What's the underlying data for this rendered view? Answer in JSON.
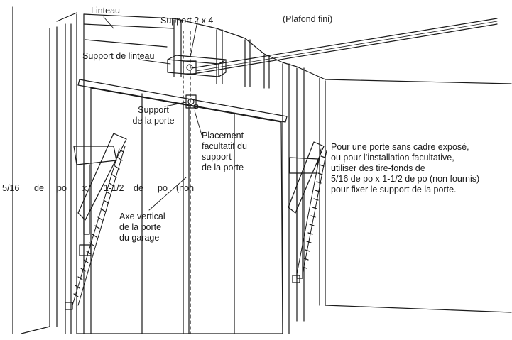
{
  "labels": {
    "linteau": "Linteau",
    "support_2x4": "Support 2 x 4",
    "plafond_fini": "(Plafond fini)",
    "support_de_linteau": "Support de linteau",
    "support_porte": [
      "Support",
      "de la porte"
    ],
    "placement_facultatif": [
      "Placement",
      "facultatif du",
      "support",
      "de la porte"
    ],
    "axe_vertical": [
      "Axe vertical",
      "de la porte",
      "du garage"
    ],
    "hardware_note": [
      "Pour une porte sans cadre exposé,",
      "ou pour l’installation facultative,",
      "utiliser des tire-fonds de",
      "5/16 de po x 1-1/2 de po (non fournis)",
      "pour fixer le support de la porte."
    ],
    "overlay_fragment": [
      "5/16",
      "de",
      "po",
      "x",
      "1-1/2",
      "de",
      "po",
      "(non"
    ]
  },
  "colors": {
    "line": "#1a1a1a",
    "background": "#ffffff"
  }
}
